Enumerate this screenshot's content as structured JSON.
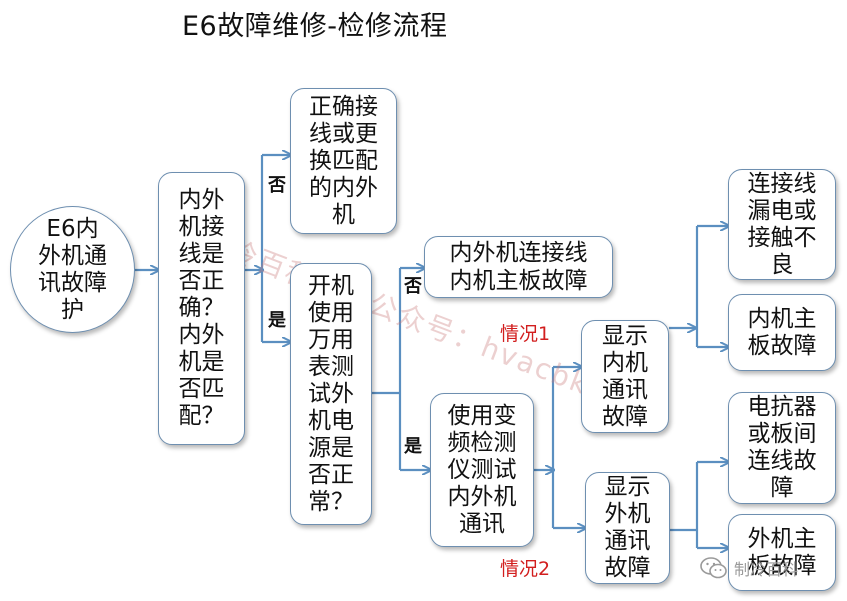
{
  "title": "E6故障维修-检修流程",
  "nodes": {
    "start": "E6内\n外机通\n讯故障\n护",
    "check_wiring": "内外\n机接\n线是\n否正\n确？\n内外\n机是\n否匹\n配？",
    "fix_wiring": "正确接\n线或更\n换匹配\n的内外\n机",
    "check_power": "开机\n使用\n万用\n表测\n试外\n机电\n源是\n否正\n常？",
    "board_fault": "内外机连接线\n内机主板故障",
    "inverter_test": "使用变\n频检测\n仪测试\n内外机\n通讯",
    "indoor_comm": "显示\n内机\n通讯\n故障",
    "outdoor_comm": "显示\n外机\n通讯\n故障",
    "leak": "连接线\n漏电或\n接触不\n良",
    "indoor_board": "内机主\n板故障",
    "reactor": "电抗器\n或板间\n连线故\n障",
    "outdoor_board": "外机主\n板故障"
  },
  "labels": {
    "no1": "否",
    "yes1": "是",
    "no2": "否",
    "yes2": "是",
    "case1": "情况1",
    "case2": "情况2"
  },
  "watermark": "制冷百科微信公众号：hvacbk",
  "logo": {
    "text": "制冷百科",
    "icon": "wechat-icon"
  },
  "colors": {
    "arrow": "#5b8fc0",
    "border": "#6e8fb0",
    "case": "#d21e1e"
  }
}
